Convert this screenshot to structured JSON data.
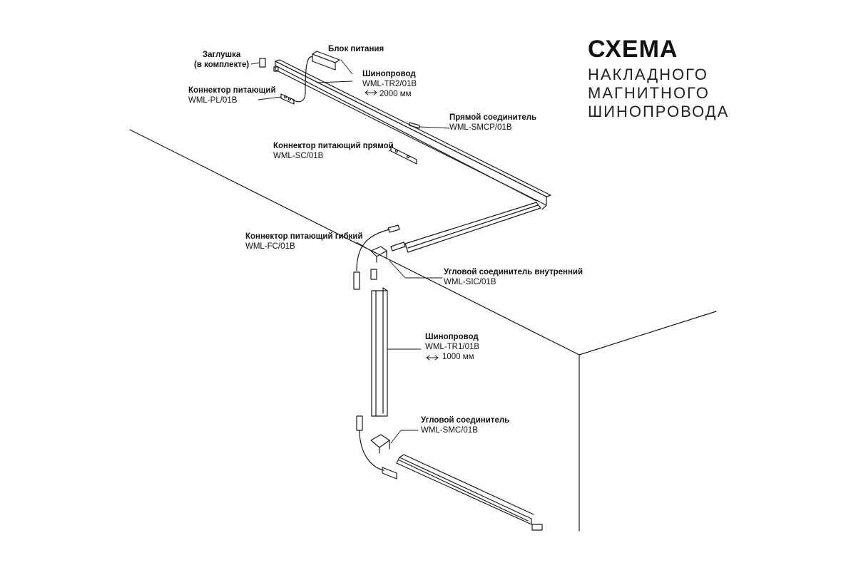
{
  "title": {
    "main": "СХЕМА",
    "line1": "НАКЛАДНОГО",
    "line2": "МАГНИТНОГО",
    "line3": "ШИНОПРОВОДА"
  },
  "labels": {
    "endcap": {
      "name": "Заглушка",
      "code": "(в комплекте)"
    },
    "power_supply": {
      "name": "Блок питания"
    },
    "track_2000": {
      "name": "Шинопровод",
      "code": "WML-TR2/01B",
      "length": "2000 мм"
    },
    "power_connector": {
      "name": "Коннектор питающий",
      "code": "WML-PL/01B"
    },
    "straight_joint": {
      "name": "Прямой соединитель",
      "code": "WML-SMCP/01B"
    },
    "straight_power_connector": {
      "name": "Коннектор питающий прямой",
      "code": "WML-SC/01B"
    },
    "flex_power_connector": {
      "name": "Коннектор питающий гибкий",
      "code": "WML-FC/01B"
    },
    "inner_corner": {
      "name": "Угловой соединитель внутренний",
      "code": "WML-SIC/01B"
    },
    "track_1000": {
      "name": "Шинопровод",
      "code": "WML-TR1/01B",
      "length": "1000 мм"
    },
    "corner_joint": {
      "name": "Угловой соединитель",
      "code": "WML-SMC/01B"
    }
  },
  "icons": [
    "double-arrow-icon",
    "double-arrow-icon"
  ]
}
